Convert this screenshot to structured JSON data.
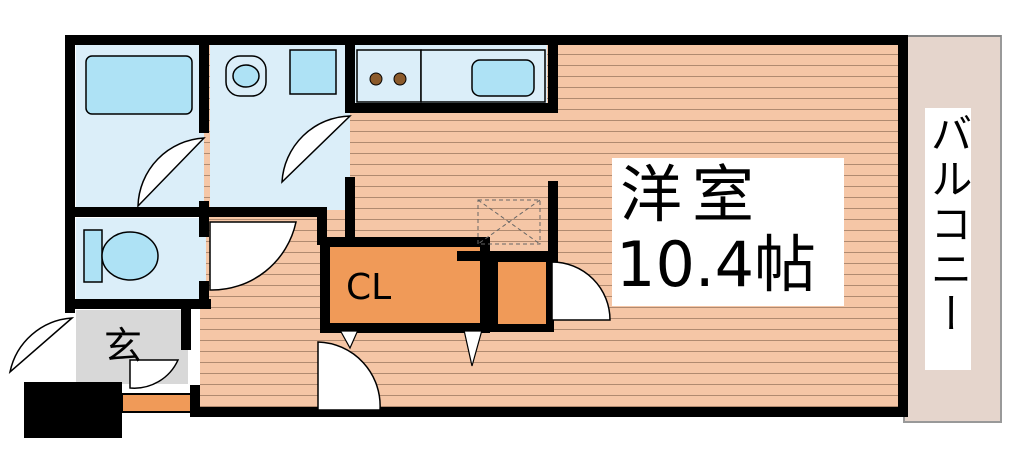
{
  "room": {
    "name": "洋室",
    "size": "10.4帖"
  },
  "closet": {
    "label": "CL"
  },
  "entrance": {
    "label": "玄"
  },
  "balcony": {
    "label": "バルコニー"
  },
  "colors": {
    "wall": "#000000",
    "wood_floor": "#f5c6a6",
    "wood_lines": "#b08a70",
    "wet_area": "#dbeef9",
    "fixture": "#aee2f5",
    "closet": "#f09a58",
    "entrance_floor": "#d8d8d8",
    "balcony": "#e5d5cc"
  }
}
